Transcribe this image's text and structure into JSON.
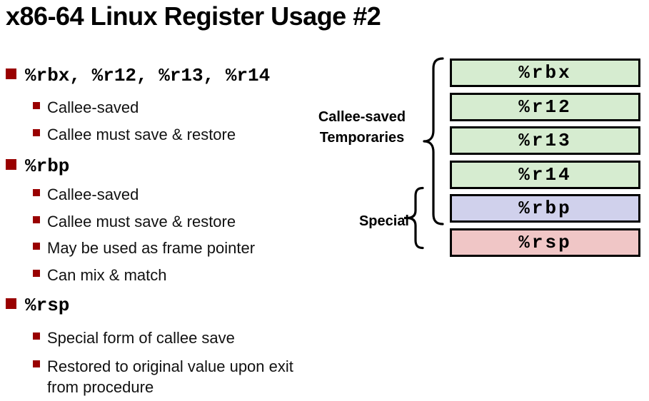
{
  "slide": {
    "title": "x86-64 Linux Register Usage #2"
  },
  "bullets": [
    {
      "level": 1,
      "text": "%rbx, %r12, %r13, %r14"
    },
    {
      "level": 2,
      "text": "Callee-saved"
    },
    {
      "level": 2,
      "text": "Callee must save & restore"
    },
    {
      "level": 1,
      "text": "%rbp"
    },
    {
      "level": 2,
      "text": "Callee-saved"
    },
    {
      "level": 2,
      "text": "Callee must save & restore"
    },
    {
      "level": 2,
      "text": "May be used as frame pointer"
    },
    {
      "level": 2,
      "text": "Can mix & match"
    },
    {
      "level": 1,
      "text": "%rsp"
    },
    {
      "level": 2,
      "text": "Special form of callee save"
    },
    {
      "level": 2,
      "text": "Restored to original value upon exit from procedure"
    }
  ],
  "diagram": {
    "registers": [
      {
        "name": "%rbx",
        "color": "#d6ecd0"
      },
      {
        "name": "%r12",
        "color": "#d6ecd0"
      },
      {
        "name": "%r13",
        "color": "#d6ecd0"
      },
      {
        "name": "%r14",
        "color": "#d6ecd0"
      },
      {
        "name": "%rbp",
        "color": "#d0d1ec"
      },
      {
        "name": "%rsp",
        "color": "#f0c6c6"
      }
    ],
    "brace_labels": {
      "callee_saved": "Callee-saved Temporaries",
      "special": "Special"
    }
  },
  "colors": {
    "bullet": "#990000",
    "box_border": "#000000",
    "green_box": "#d6ecd0",
    "lavender_box": "#d0d1ec",
    "pink_box": "#f0c6c6"
  }
}
